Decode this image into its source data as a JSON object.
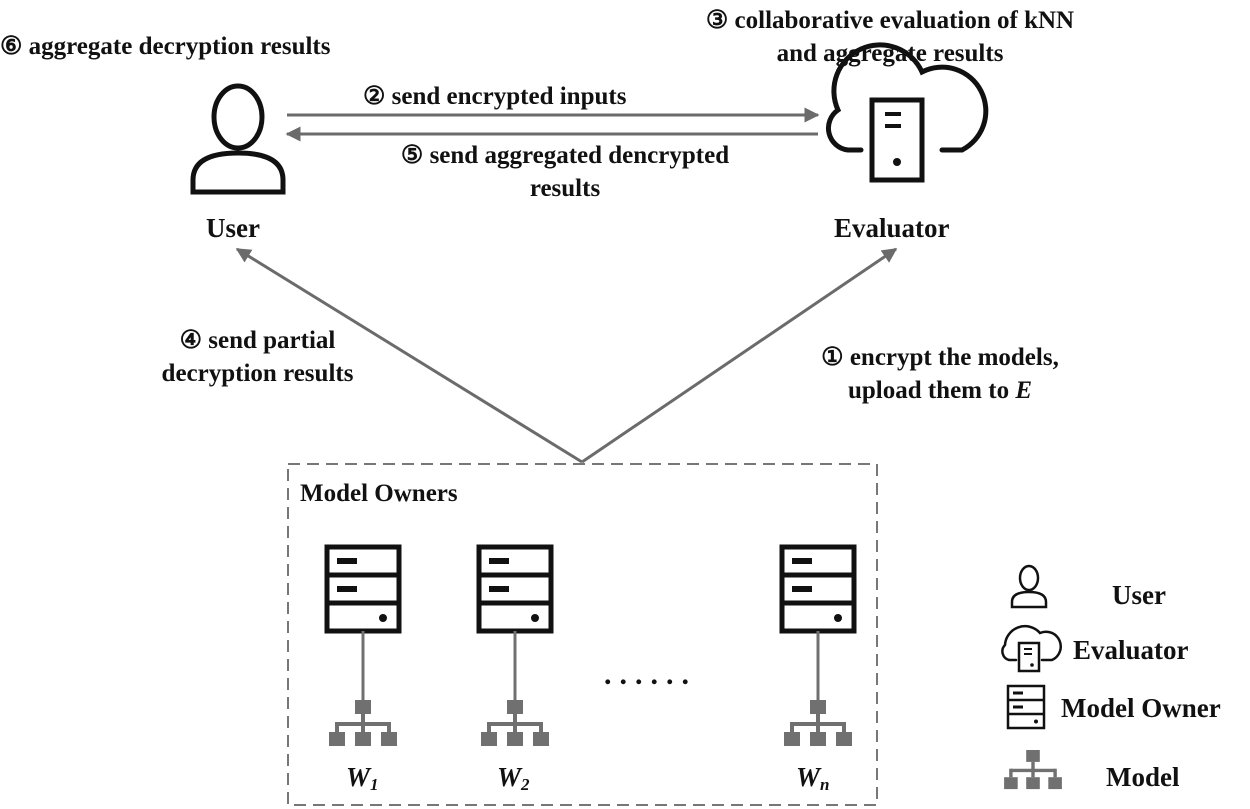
{
  "steps": {
    "step6": "⑥ aggregate decryption results",
    "step3_line1": "③ collaborative evaluation of kNN",
    "step3_line2": "and aggregate results",
    "step2": "② send encrypted inputs",
    "step5_line1": "⑤ send aggregated dencrypted",
    "step5_line2": "results",
    "step4_line1": "④  send partial",
    "step4_line2": "decryption results",
    "step1_line1": "① encrypt the models,",
    "step1_line2_prefix": "upload them to ",
    "step1_line2_var": "E"
  },
  "actors": {
    "user": "User",
    "evaluator": "Evaluator",
    "model_owners": "Model Owners"
  },
  "workers": [
    {
      "base": "W",
      "sub": "1"
    },
    {
      "base": "W",
      "sub": "2"
    },
    {
      "base": "W",
      "sub": "n"
    }
  ],
  "ellipsis": "......",
  "legend": {
    "user": "User",
    "evaluator": "Evaluator",
    "model_owner": "Model Owner",
    "model": "Model"
  },
  "colors": {
    "arrow": "#6b6b6b",
    "icon": "#111111",
    "model_icon": "#707070",
    "dashed_border": "#777777"
  }
}
